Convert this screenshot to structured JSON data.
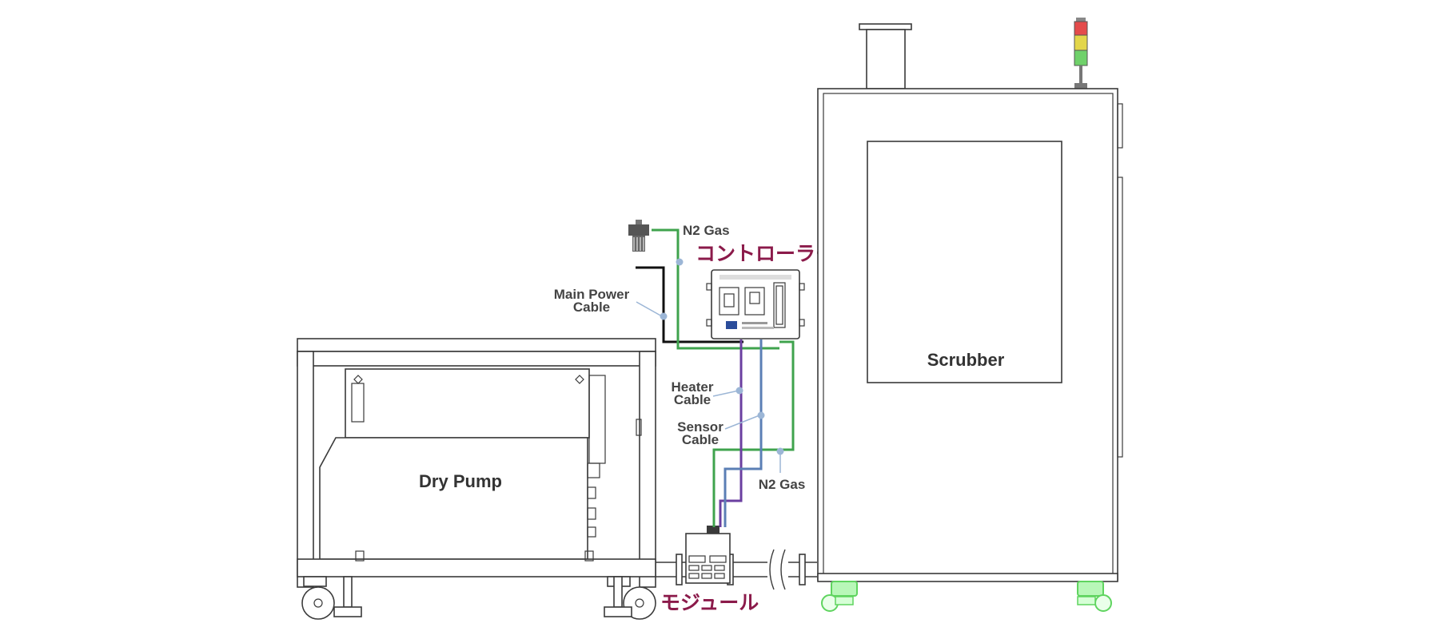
{
  "colors": {
    "n2_line": "#3fa34d",
    "power_line": "#111111",
    "heater_line": "#6b3fa0",
    "sensor_line": "#5b7fb5",
    "japanese_label": "#8b1a4a",
    "leader_dot": "#9cb6d6",
    "tower_red": "#e44b4b",
    "tower_yellow": "#e3d64a",
    "tower_green": "#6fd16a",
    "caster_green": "#7ef07e"
  },
  "equipment": {
    "dry_pump": "Dry Pump",
    "scrubber": "Scrubber"
  },
  "labels": {
    "controller_jp": "コントローラー",
    "module_jp": "モジュール",
    "n2_gas_top": "N2 Gas",
    "n2_gas_bottom": "N2 Gas",
    "main_power_line1": "Main Power",
    "main_power_line2": "Cable",
    "heater_line1": "Heater",
    "heater_line2": "Cable",
    "sensor_line1": "Sensor",
    "sensor_line2": "Cable"
  },
  "icons": {
    "n2_valve": "valve-icon",
    "signal_tower": "signal-tower-icon",
    "caster": "caster-wheel-icon"
  }
}
